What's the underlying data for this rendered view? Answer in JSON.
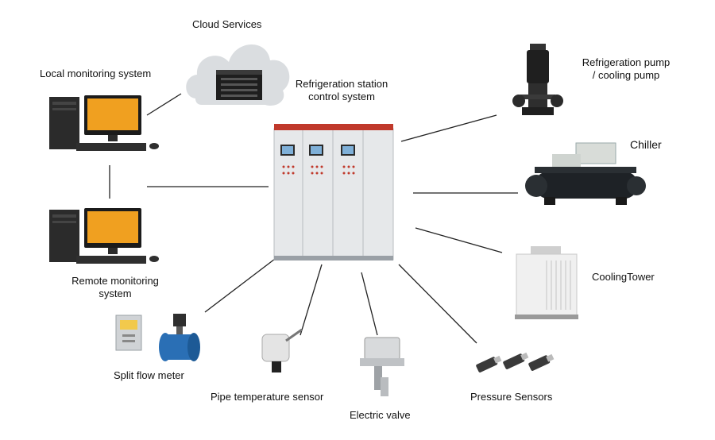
{
  "diagram": {
    "center": {
      "label_line1": "Refrigeration station",
      "label_line2": "control system"
    },
    "nodes": {
      "cloud": {
        "label": "Cloud Services",
        "icon": "cloud-server-icon"
      },
      "local_monitor": {
        "label": "Local monitoring system",
        "icon": "desktop-computer-icon"
      },
      "remote_monitor": {
        "label_line1": "Remote monitoring",
        "label_line2": "system",
        "icon": "desktop-computer-icon"
      },
      "pump": {
        "label_line1": "Refrigeration pump",
        "label_line2": "/ cooling pump",
        "icon": "vertical-pump-icon"
      },
      "chiller": {
        "label": "Chiller",
        "icon": "chiller-icon"
      },
      "cooling_tower": {
        "label": "CoolingTower",
        "icon": "cooling-tower-icon"
      },
      "flow_meter": {
        "label": "Split flow meter",
        "icon": "flow-meter-icon"
      },
      "pipe_sensor": {
        "label": "Pipe temperature sensor",
        "icon": "temperature-sensor-icon"
      },
      "valve": {
        "label": "Electric valve",
        "icon": "electric-valve-icon"
      },
      "pressure": {
        "label": "Pressure Sensors",
        "icon": "pressure-sensor-icon"
      }
    },
    "colors": {
      "connector": "#222222",
      "cabinet": "#e6e8ea",
      "cabinet_top": "#c0392b",
      "screen": "#f0a020",
      "meter_blue": "#2a6fb5",
      "cloud": "#dadde0"
    }
  }
}
